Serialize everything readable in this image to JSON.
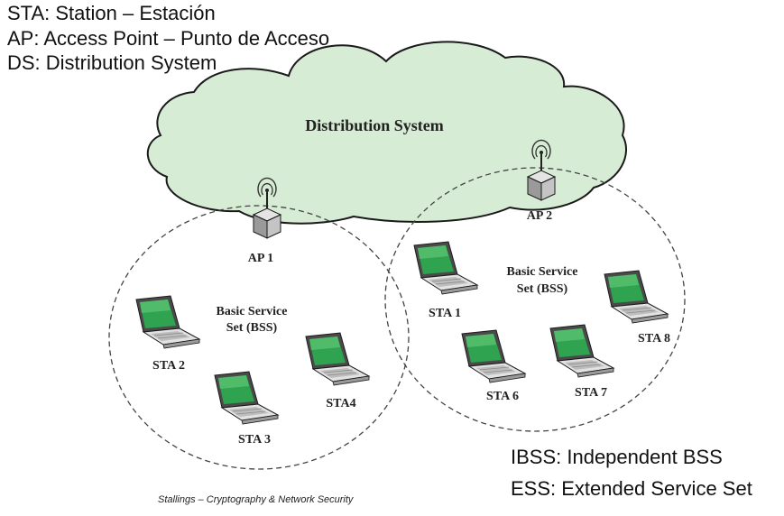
{
  "legend": [
    "STA: Station – Estación",
    "AP: Access Point – Punto de Acceso",
    "DS: Distribution System"
  ],
  "notes": [
    "IBSS: Independent BSS",
    "ESS: Extended Service Set"
  ],
  "credit": "Stallings – Cryptography & Network Security",
  "diagram": {
    "cloud_label": "Distribution System",
    "access_points": [
      {
        "label": "AP 1"
      },
      {
        "label": "AP 2"
      }
    ],
    "bss_left": {
      "line1": "Basic Service",
      "line2": "Set (BSS)"
    },
    "bss_right": {
      "line1": "Basic Service",
      "line2": "Set (BSS)"
    },
    "stations": [
      {
        "label": "STA 1"
      },
      {
        "label": "STA 2"
      },
      {
        "label": "STA 3"
      },
      {
        "label": "STA4"
      },
      {
        "label": "STA 6"
      },
      {
        "label": "STA 7"
      },
      {
        "label": "STA 8"
      }
    ]
  },
  "colors": {
    "cloud_fill": "#d6ecd4",
    "cloud_stroke": "#1a1a1a",
    "screen": "#2fa34f",
    "dashed_ellipse": "#444444"
  }
}
